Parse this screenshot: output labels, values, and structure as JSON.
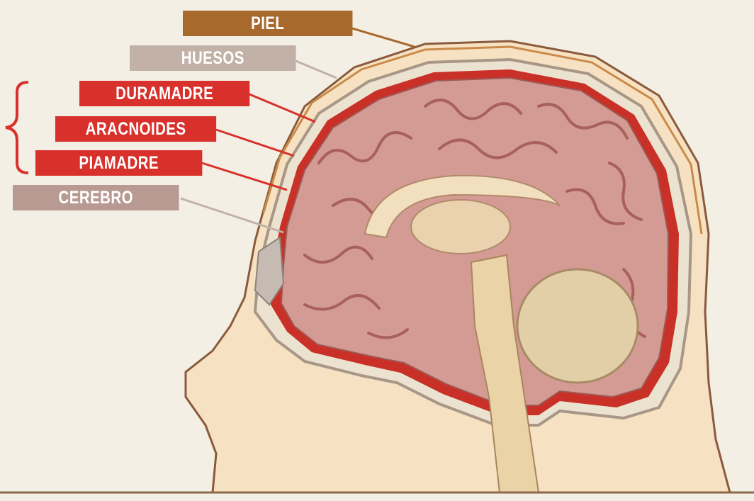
{
  "labels": {
    "piel": "PIEL",
    "huesos": "HUESOS",
    "duramadre": "DURAMADRE",
    "aracnoides": "ARACNOIDES",
    "piamadre": "PIAMADRE",
    "cerebro": "CEREBRO"
  },
  "colors": {
    "piel": "#a8692c",
    "huesos": "#c2b1a6",
    "meninges": "#d8312c",
    "cerebro": "#b89a92",
    "skin": "#f6e2c2",
    "brain": "#d49a94",
    "background": "#f3efe5"
  }
}
